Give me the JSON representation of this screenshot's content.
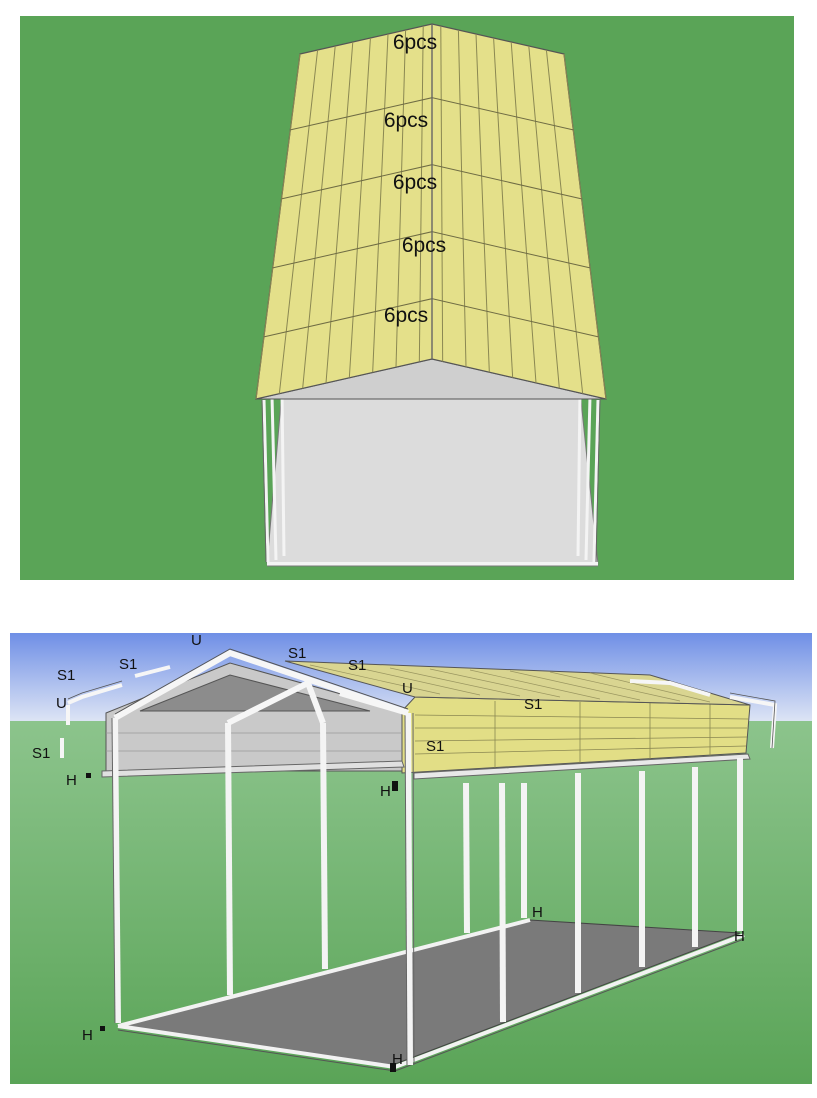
{
  "top_diagram": {
    "quantity_labels": [
      "6pcs",
      "6pcs",
      "6pcs",
      "6pcs",
      "6pcs"
    ]
  },
  "bottom_diagram": {
    "part_labels": [
      "U",
      "S1",
      "S1",
      "S1",
      "S1",
      "U",
      "U",
      "S1",
      "S1",
      "S1",
      "H",
      "H",
      "H",
      "H",
      "H",
      "H"
    ]
  },
  "colors": {
    "background_green": "#5aa457",
    "sky_blue": "#7c9ae8",
    "grass_light": "#8cc48c",
    "roof_yellow": "#e4e08a",
    "floor_light": "#dcdcdc",
    "floor_dark": "#7a7a7a"
  }
}
